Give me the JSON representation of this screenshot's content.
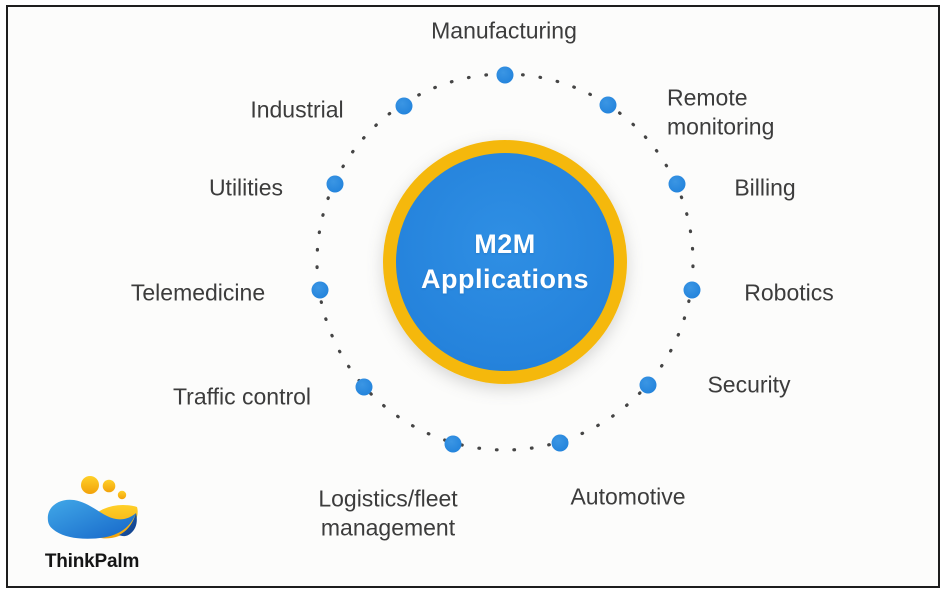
{
  "diagram": {
    "center": {
      "title": "M2M\nApplications"
    },
    "items": [
      {
        "label": "Manufacturing"
      },
      {
        "label": "Remote\nmonitoring"
      },
      {
        "label": "Billing"
      },
      {
        "label": "Robotics"
      },
      {
        "label": "Security"
      },
      {
        "label": "Automotive"
      },
      {
        "label": "Logistics/fleet\nmanagement"
      },
      {
        "label": "Traffic control"
      },
      {
        "label": "Telemedicine"
      },
      {
        "label": "Utilities"
      },
      {
        "label": "Industrial"
      }
    ]
  },
  "logo": {
    "text": "ThinkPalm"
  },
  "colors": {
    "accent_blue": "#2583dc",
    "accent_yellow": "#f5b80c",
    "label_text": "#3c3c3c",
    "ring_dots": "#454545",
    "frame_border": "#1d1d1d"
  }
}
